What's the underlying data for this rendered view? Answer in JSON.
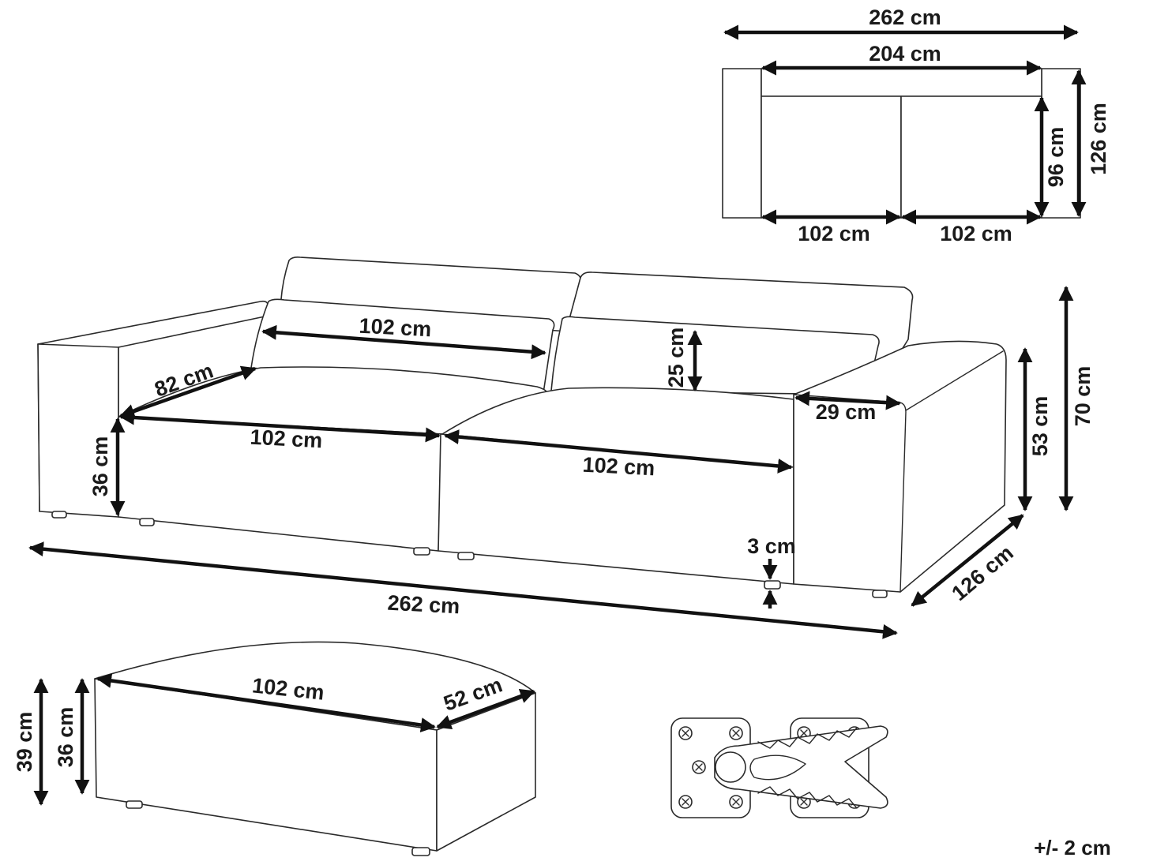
{
  "colors": {
    "line": "#2a2a2a",
    "dimension": "#111111",
    "background": "#ffffff"
  },
  "top_view": {
    "overall_width": "262 cm",
    "seat_width": "204 cm",
    "depth_total": "126 cm",
    "seat_depth": "96 cm",
    "module_left": "102 cm",
    "module_right": "102 cm"
  },
  "sofa": {
    "cushion_width": "102 cm",
    "seat_depth": "82 cm",
    "cushion_height": "25 cm",
    "module_left": "102 cm",
    "module_right": "102 cm",
    "seat_height": "36 cm",
    "arm_width": "29 cm",
    "arm_height": "53 cm",
    "total_height": "70 cm",
    "leg_height": "3 cm",
    "total_width": "262 cm",
    "total_depth": "126 cm"
  },
  "ottoman": {
    "width": "102 cm",
    "depth": "52 cm",
    "total_height": "39 cm",
    "body_height": "36 cm"
  },
  "connector": {
    "icon": "sofa-connector-bracket-icon"
  },
  "tolerance": "+/- 2 cm"
}
